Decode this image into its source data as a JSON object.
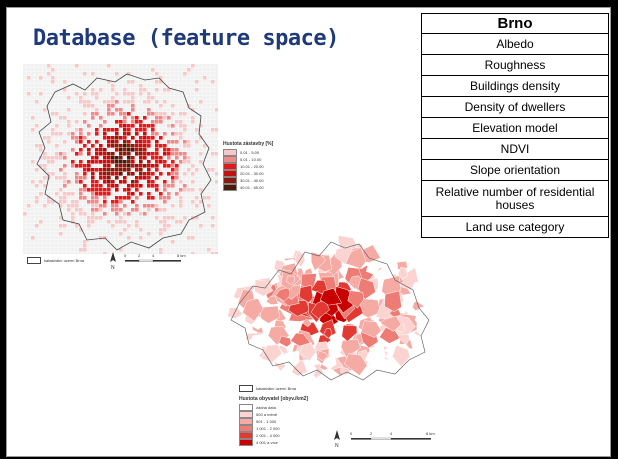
{
  "slide": {
    "title": "Database (feature space)"
  },
  "feature_table": {
    "header": "Brno",
    "rows": [
      "Albedo",
      "Roughness",
      "Buildings density",
      "Density of dwellers",
      "Elevation model",
      "NDVI",
      "Slope orientation",
      "Relative number of residential houses",
      "Land use category"
    ]
  },
  "map_building_density": {
    "legend_title": "Hustota zástavby [%]",
    "classes": [
      {
        "label": "0.01 - 5.00",
        "color": "#f7c8c8"
      },
      {
        "label": "5.01 - 10.00",
        "color": "#f08a8a"
      },
      {
        "label": "10.01 - 20.00",
        "color": "#e21a1a"
      },
      {
        "label": "20.01 - 30.00",
        "color": "#c41010"
      },
      {
        "label": "30.01 - 40.00",
        "color": "#8c1a0a"
      },
      {
        "label": "40.01 - 65.00",
        "color": "#4a1a0a"
      }
    ],
    "boundary_label": "katastrální území Brna",
    "scale_ticks": [
      "0",
      "2",
      "4",
      "8 km"
    ],
    "north": "N"
  },
  "map_population_density": {
    "boundary_label": "katastrální území Brna",
    "legend_title": "Hustota obyvatel [obyv./km2]",
    "classes": [
      {
        "label": "žádná data",
        "color": "#ffffff"
      },
      {
        "label": "500 a méně",
        "color": "#fbd3d0"
      },
      {
        "label": "501 - 1 000",
        "color": "#f6aaa4"
      },
      {
        "label": "1 001 - 2 000",
        "color": "#ef7c74"
      },
      {
        "label": "2 001 - 4 000",
        "color": "#e23a33"
      },
      {
        "label": "4 001 a více",
        "color": "#c80000"
      }
    ],
    "scale_ticks": [
      "0",
      "2",
      "4",
      "8 km"
    ],
    "north": "N"
  }
}
